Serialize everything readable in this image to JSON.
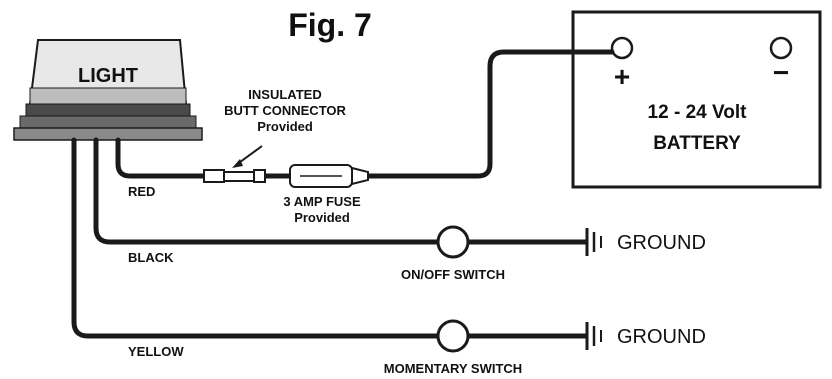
{
  "figure": {
    "title": "Fig. 7"
  },
  "light": {
    "label": "LIGHT"
  },
  "battery": {
    "positive_symbol": "+",
    "negative_symbol": "−",
    "voltage": "12 - 24 Volt",
    "label": "BATTERY"
  },
  "connector": {
    "line1": "INSULATED",
    "line2": "BUTT CONNECTOR",
    "line3": "Provided"
  },
  "fuse": {
    "line1": "3 AMP FUSE",
    "line2": "Provided"
  },
  "wires": {
    "red": "RED",
    "black": "BLACK",
    "yellow": "YELLOW"
  },
  "switches": {
    "onoff": "ON/OFF SWITCH",
    "momentary": "MOMENTARY SWITCH"
  },
  "grounds": {
    "ground1": "GROUND",
    "ground2": "GROUND"
  },
  "colors": {
    "ink": "#1a1a1a",
    "light_body": "#e6e6e6",
    "light_band": "#555555"
  }
}
